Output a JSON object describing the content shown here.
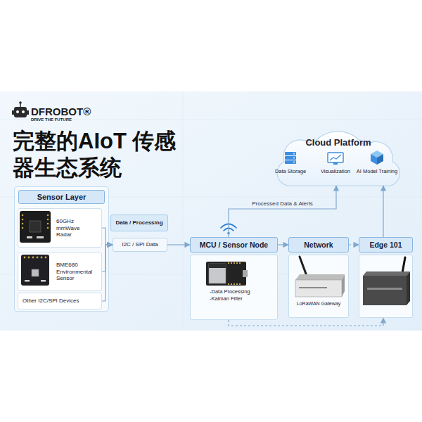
{
  "diagram": {
    "title": "完整的AIoT 传感器生态系统",
    "nodes": [
      {
        "text": [
          "Cloud Platform",
          "Data Storage",
          "Visualization",
          "AI Model Training"
        ]
      },
      {
        "text": [
          "Sensor Layer"
        ]
      },
      {
        "text": [
          "60GHz mmWave Radar"
        ],
        "in": 1
      },
      {
        "text": [
          "BME680 Environmental Sensor"
        ],
        "in": 1
      },
      {
        "text": [
          "Other I2C/SPI Devices"
        ],
        "in": 1
      },
      {
        "text": [
          "Data / Processing"
        ]
      },
      {
        "text": [
          "I2C / SPI Data"
        ]
      },
      {
        "text": [
          "MCU / Sensor Node",
          "-Data Processing",
          "-Kalman Filter"
        ]
      },
      {
        "text": [
          "Network",
          "LoRaWAN Gateway"
        ]
      },
      {
        "text": [
          "Edge 101"
        ]
      }
    ],
    "edges": [
      {
        "from": 2,
        "to": 6,
        "arrow": "to"
      },
      {
        "from": 3,
        "to": 6,
        "arrow": "to"
      },
      {
        "from": 4,
        "to": 6,
        "arrow": "to"
      },
      {
        "from": 6,
        "to": 7,
        "arrow": "to"
      },
      {
        "from": 7,
        "to": 8,
        "arrow": "to"
      },
      {
        "from": 8,
        "to": 9,
        "arrow": "to"
      },
      {
        "from": 7,
        "to": 0,
        "label": "Processed Data & Alerts",
        "arrow": "to"
      },
      {
        "from": 9,
        "to": 0,
        "arrow": "to"
      },
      {
        "from": 7,
        "to": 9,
        "arrow": "to"
      }
    ],
    "labels": [
      "DFROBOT®",
      "DRIVE THE FUTURE"
    ]
  }
}
